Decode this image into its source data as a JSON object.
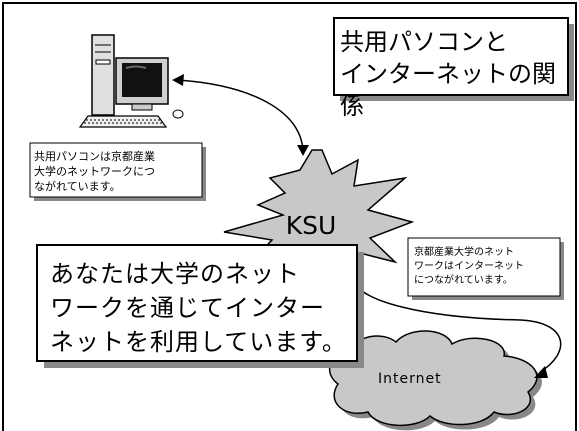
{
  "title": "共用パソコンと\nインターネットの関係",
  "note_left": "共用パソコンは京都産業\n大学のネットワークにつ\nながれています。",
  "note_right": "京都産業大学のネット\nワークはインターネット\nにつながれています。",
  "main_message": "あなたは大学のネット\nワークを通じてインター\nネットを利用しています。",
  "ksu_label": "KSU",
  "internet_label": "Internet",
  "colors": {
    "burst_fill": "#c8c8c8",
    "cloud_fill": "#c8c8c8",
    "shadow": "#888888",
    "stroke": "#000000"
  }
}
